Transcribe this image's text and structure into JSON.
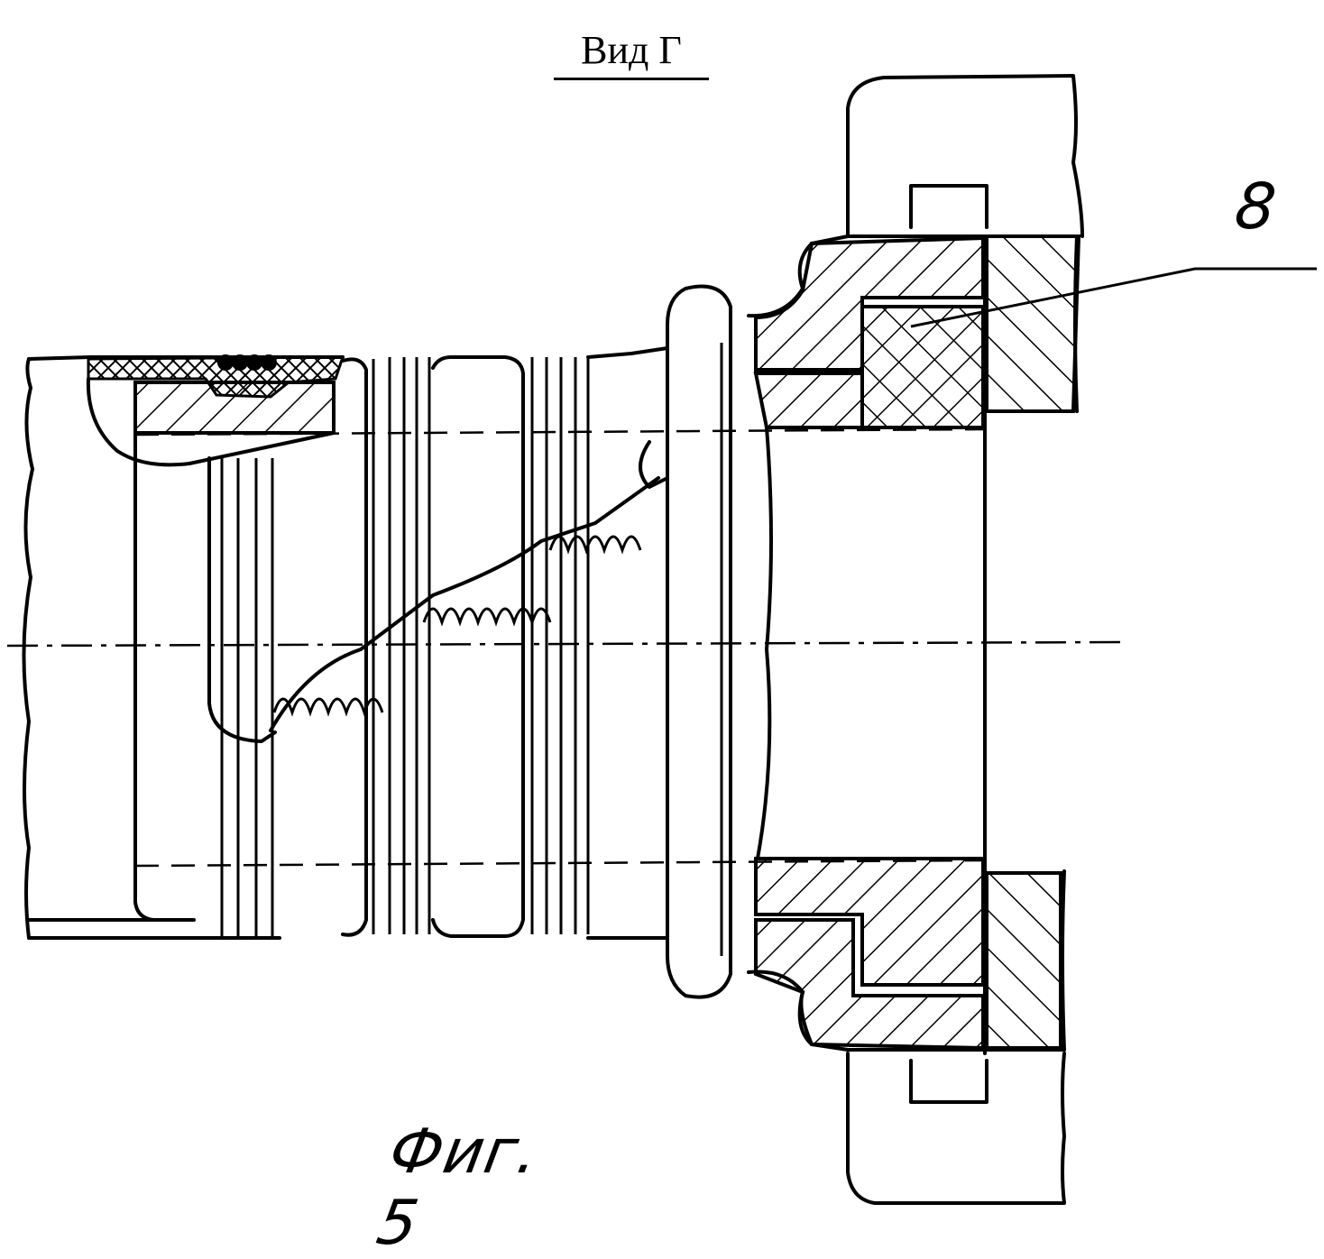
{
  "title": "Вид Г",
  "callout_label": "8",
  "caption": "Фиг. 5"
}
